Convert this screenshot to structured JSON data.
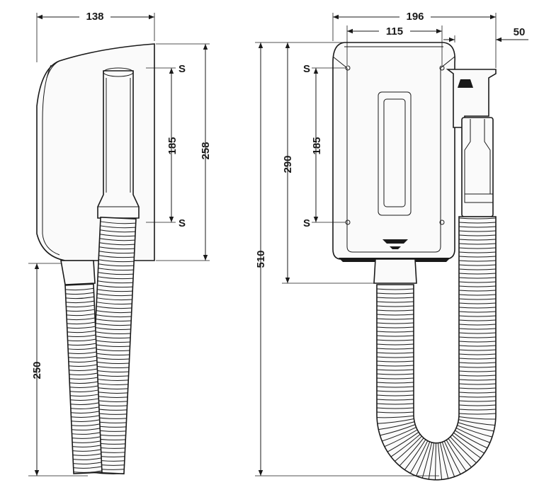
{
  "dimensions": {
    "side_width": "138",
    "side_height": "258",
    "side_holes": "185",
    "side_hose": "250",
    "front_width": "196",
    "front_inner_width": "115",
    "front_offset": "50",
    "front_height": "290",
    "front_holes": "185",
    "total_height": "510"
  },
  "labels": {
    "screw": "S"
  }
}
